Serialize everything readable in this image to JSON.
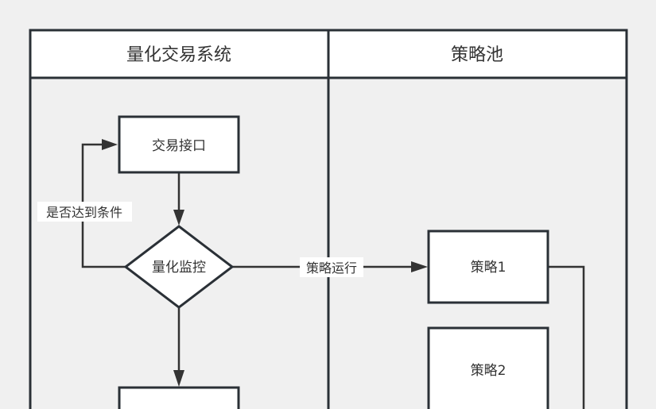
{
  "diagram": {
    "type": "swimlane-flowchart",
    "lanes": [
      {
        "id": "system",
        "title": "量化交易系统"
      },
      {
        "id": "pool",
        "title": "策略池"
      }
    ],
    "nodes": [
      {
        "id": "trade_api",
        "shape": "rectangle",
        "lane": "system",
        "label": "交易接口"
      },
      {
        "id": "monitor",
        "shape": "diamond",
        "lane": "system",
        "label": "量化监控"
      },
      {
        "id": "bottom_box",
        "shape": "rectangle",
        "lane": "system",
        "label": ""
      },
      {
        "id": "strategy1",
        "shape": "rectangle",
        "lane": "pool",
        "label": "策略1"
      },
      {
        "id": "strategy2",
        "shape": "rectangle",
        "lane": "pool",
        "label": "策略2"
      }
    ],
    "edges": [
      {
        "from": "trade_api",
        "to": "monitor",
        "label": ""
      },
      {
        "from": "monitor",
        "to": "trade_api",
        "label": "是否达到条件"
      },
      {
        "from": "monitor",
        "to": "strategy1",
        "label": "策略运行"
      },
      {
        "from": "monitor",
        "to": "bottom_box",
        "label": ""
      },
      {
        "from": "strategy1",
        "to": "offscreen",
        "label": ""
      }
    ]
  }
}
